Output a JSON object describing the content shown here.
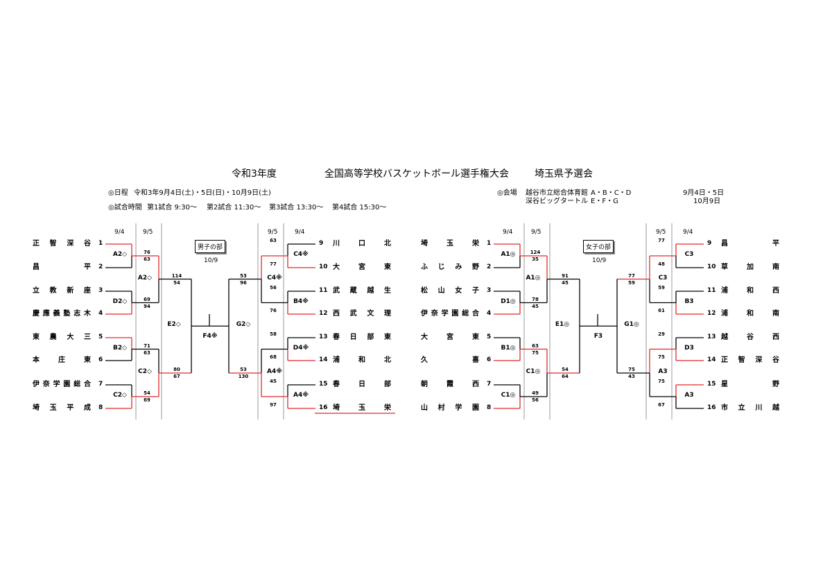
{
  "header": {
    "year": "令和3年度",
    "tournament": "全国高等学校バスケットボール選手権大会",
    "prelim": "埼玉県予選会",
    "schedule_label": "◎日程",
    "schedule_value": "令和3年9月4日(土)・5日(日)・10月9日(土)",
    "times_label": "◎試合時間",
    "times": [
      "第1試合  9:30〜",
      "第2試合  11:30〜",
      "第3試合  13:30〜",
      "第4試合  15:30〜"
    ],
    "venue_label": "◎会場",
    "venue1": "越谷市立総合体育館",
    "venue1_courts": "A・B・C・D",
    "venue2": "深谷ビッグタートル",
    "venue2_courts": "E・F・G",
    "venue1_dates": "9月4日・5日",
    "venue2_dates": "10月9日"
  },
  "dates": {
    "d1": "9/4",
    "d2": "9/5",
    "d3": "10/9"
  },
  "boys": {
    "title": "男子の部",
    "teams_left": [
      {
        "seed": "1",
        "name": "正智深谷"
      },
      {
        "seed": "2",
        "name": "昌平"
      },
      {
        "seed": "3",
        "name": "立教新座"
      },
      {
        "seed": "4",
        "name": "慶應義塾志木"
      },
      {
        "seed": "5",
        "name": "東農大三"
      },
      {
        "seed": "6",
        "name": "本庄東"
      },
      {
        "seed": "7",
        "name": "伊奈学園総合"
      },
      {
        "seed": "8",
        "name": "埼玉平成"
      }
    ],
    "teams_right": [
      {
        "seed": "9",
        "name": "川口北"
      },
      {
        "seed": "10",
        "name": "大宮東"
      },
      {
        "seed": "11",
        "name": "武蔵越生"
      },
      {
        "seed": "12",
        "name": "西武文理"
      },
      {
        "seed": "13",
        "name": "春日部東"
      },
      {
        "seed": "14",
        "name": "浦和北"
      },
      {
        "seed": "15",
        "name": "春日部"
      },
      {
        "seed": "16",
        "name": "埼玉栄"
      }
    ],
    "labels": {
      "l_r1_a": "A2◇",
      "l_r1_b": "D2◇",
      "l_r1_c": "B2◇",
      "l_r1_d": "C2◇",
      "l_r2_a": "A2◇",
      "l_r2_b": "C2◇",
      "l_r3": "E2◇",
      "final": "F4※",
      "r_r3": "G2◇",
      "r_r2_a": "C4※",
      "r_r2_b": "A4※",
      "r_r1_a": "C4※",
      "r_r1_b": "B4※",
      "r_r1_c": "D4※",
      "r_r1_d": "A4※"
    },
    "scores": {
      "l1_top": "76",
      "l1_bot": "63",
      "l2_top": "69",
      "l2_bot": "94",
      "l3_top": "71",
      "l3_bot": "63",
      "l4_top": "54",
      "l4_bot": "69",
      "l5_top": "114",
      "l5_bot": "54",
      "l6_top": "80",
      "l6_bot": "67",
      "r1_top": "63",
      "r1_bot": "77",
      "r2_top": "56",
      "r2_bot": "76",
      "r3_top": "58",
      "r3_bot": "68",
      "r4_top": "45",
      "r4_bot": "97",
      "r5_top": "53",
      "r5_bot": "96",
      "r6_top": "53",
      "r6_bot": "130"
    }
  },
  "girls": {
    "title": "女子の部",
    "teams_left": [
      {
        "seed": "1",
        "name": "埼玉栄"
      },
      {
        "seed": "2",
        "name": "ふじみ野"
      },
      {
        "seed": "3",
        "name": "松山女子"
      },
      {
        "seed": "4",
        "name": "伊奈学園総合"
      },
      {
        "seed": "5",
        "name": "大宮東"
      },
      {
        "seed": "6",
        "name": "久喜"
      },
      {
        "seed": "7",
        "name": "朝霞西"
      },
      {
        "seed": "8",
        "name": "山村学園"
      }
    ],
    "teams_right": [
      {
        "seed": "9",
        "name": "昌平"
      },
      {
        "seed": "10",
        "name": "草加南"
      },
      {
        "seed": "11",
        "name": "浦和西"
      },
      {
        "seed": "12",
        "name": "浦和南"
      },
      {
        "seed": "13",
        "name": "越谷西"
      },
      {
        "seed": "14",
        "name": "正智深谷"
      },
      {
        "seed": "15",
        "name": "星野"
      },
      {
        "seed": "16",
        "name": "市立川越"
      }
    ],
    "labels": {
      "l_r1_a": "A1◎",
      "l_r1_b": "D1◎",
      "l_r1_c": "B1◎",
      "l_r1_d": "C1◎",
      "l_r2_a": "A1◎",
      "l_r2_b": "C1◎",
      "l_r3": "E1◎",
      "final": "F3",
      "r_r3": "G1◎",
      "r_r2_a": "C3",
      "r_r2_b": "A3",
      "r_r1_a": "C3",
      "r_r1_b": "B3",
      "r_r1_c": "D3",
      "r_r1_d": "A3"
    },
    "scores": {
      "l1_top": "124",
      "l1_bot": "35",
      "l2_top": "78",
      "l2_bot": "45",
      "l3_top": "63",
      "l3_bot": "75",
      "l4_top": "49",
      "l4_bot": "56",
      "l5_top": "91",
      "l5_bot": "45",
      "l6_top": "54",
      "l6_bot": "64",
      "r1_top": "77",
      "r1_bot": "48",
      "r2_top": "59",
      "r2_bot": "61",
      "r3_top": "29",
      "r3_bot": "75",
      "r4_top": "75",
      "r4_bot": "67",
      "r5_top": "77",
      "r5_bot": "59",
      "r6_top": "75",
      "r6_bot": "43"
    }
  }
}
